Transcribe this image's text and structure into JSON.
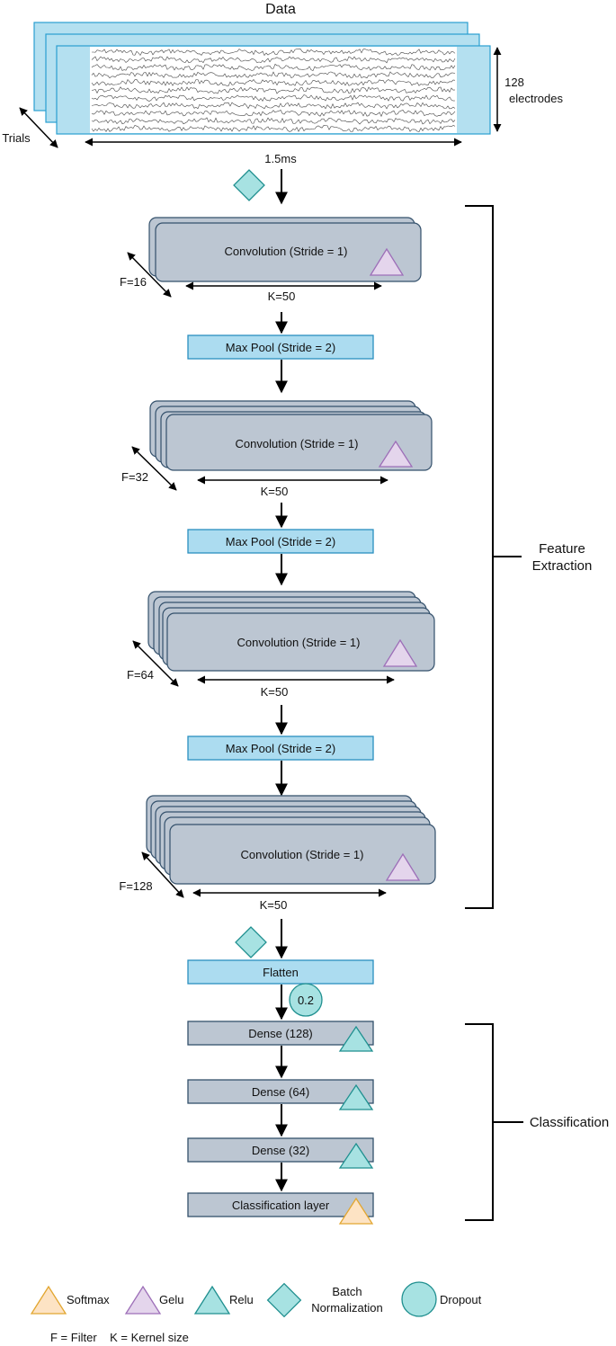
{
  "data_block": {
    "title": "Data",
    "electrodes_label": "128 electrodes",
    "trials_label": "Trials",
    "time_label": "1.5ms"
  },
  "layers": {
    "conv1": {
      "label": "Convolution (Stride = 1)",
      "filter": "F=16",
      "kernel": "K=50",
      "activation": "gelu"
    },
    "pool1": {
      "label": "Max Pool (Stride = 2)"
    },
    "conv2": {
      "label": "Convolution (Stride = 1)",
      "filter": "F=32",
      "kernel": "K=50",
      "activation": "gelu"
    },
    "pool2": {
      "label": "Max Pool (Stride = 2)"
    },
    "conv3": {
      "label": "Convolution (Stride = 1)",
      "filter": "F=64",
      "kernel": "K=50",
      "activation": "gelu"
    },
    "pool3": {
      "label": "Max Pool (Stride = 2)"
    },
    "conv4": {
      "label": "Convolution (Stride = 1)",
      "filter": "F=128",
      "kernel": "K=50",
      "activation": "gelu"
    },
    "flatten": {
      "label": "Flatten"
    },
    "dropout": {
      "value": "0.2"
    },
    "dense1": {
      "label": "Dense (128)",
      "activation": "relu"
    },
    "dense2": {
      "label": "Dense (64)",
      "activation": "relu"
    },
    "dense3": {
      "label": "Dense (32)",
      "activation": "relu"
    },
    "output": {
      "label": "Classification layer",
      "activation": "softmax"
    }
  },
  "brackets": {
    "feature_extraction": "Feature Extraction",
    "classification": "Classification"
  },
  "legend": {
    "softmax": "Softmax",
    "gelu": "Gelu",
    "relu": "Relu",
    "batch_norm": "Batch Normalization",
    "dropout": "Dropout",
    "abbreviations": "F = Filter    K = Kernel size"
  },
  "colors": {
    "data_fill": "#b4e0f0",
    "data_stroke": "#2a9fd0",
    "conv_fill": "#bcc6d2",
    "conv_stroke": "#33506b",
    "pool_fill": "#acdcf0",
    "pool_stroke": "#2a8fc0",
    "dense_fill": "#bcc6d2",
    "dense_stroke": "#33506b",
    "gelu_fill": "#e4d5ec",
    "gelu_stroke": "#9d6fb8",
    "relu_fill": "#a7e2e2",
    "relu_stroke": "#1f8f8f",
    "softmax_fill": "#fde3c4",
    "softmax_stroke": "#e2a630",
    "batchnorm_fill": "#a7e2e2",
    "batchnorm_stroke": "#1f8f8f",
    "dropout_fill": "#a7e2e2",
    "dropout_stroke": "#1f8f8f"
  }
}
